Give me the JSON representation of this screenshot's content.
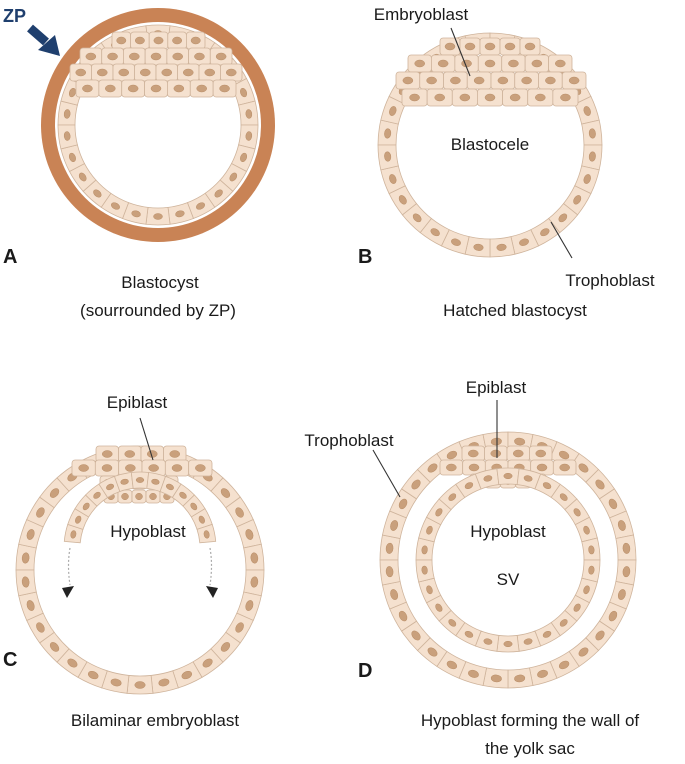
{
  "colors": {
    "zona_pellucida": "#c98355",
    "cell_fill": "#f5e1cf",
    "cell_stroke": "#cfb49c",
    "nucleus": "#c9a07c",
    "zp_arrow": "#1f3f6e"
  },
  "panels": {
    "a": {
      "letter": "A",
      "caption_line1": "Blastocyst",
      "caption_line2": "(sourrounded by ZP)",
      "zp_label": "ZP"
    },
    "b": {
      "letter": "B",
      "caption": "Hatched blastocyst",
      "label_embryoblast": "Embryoblast",
      "label_blastocele": "Blastocele",
      "label_trophoblast": "Trophoblast"
    },
    "c": {
      "letter": "C",
      "caption": "Bilaminar embryoblast",
      "label_epiblast": "Epiblast",
      "label_hypoblast": "Hypoblast"
    },
    "d": {
      "letter": "D",
      "caption_line1": "Hypoblast forming the wall of",
      "caption_line2": "the yolk sac",
      "label_epiblast": "Epiblast",
      "label_trophoblast": "Trophoblast",
      "label_hypoblast": "Hypoblast",
      "label_sv": "SV"
    }
  }
}
